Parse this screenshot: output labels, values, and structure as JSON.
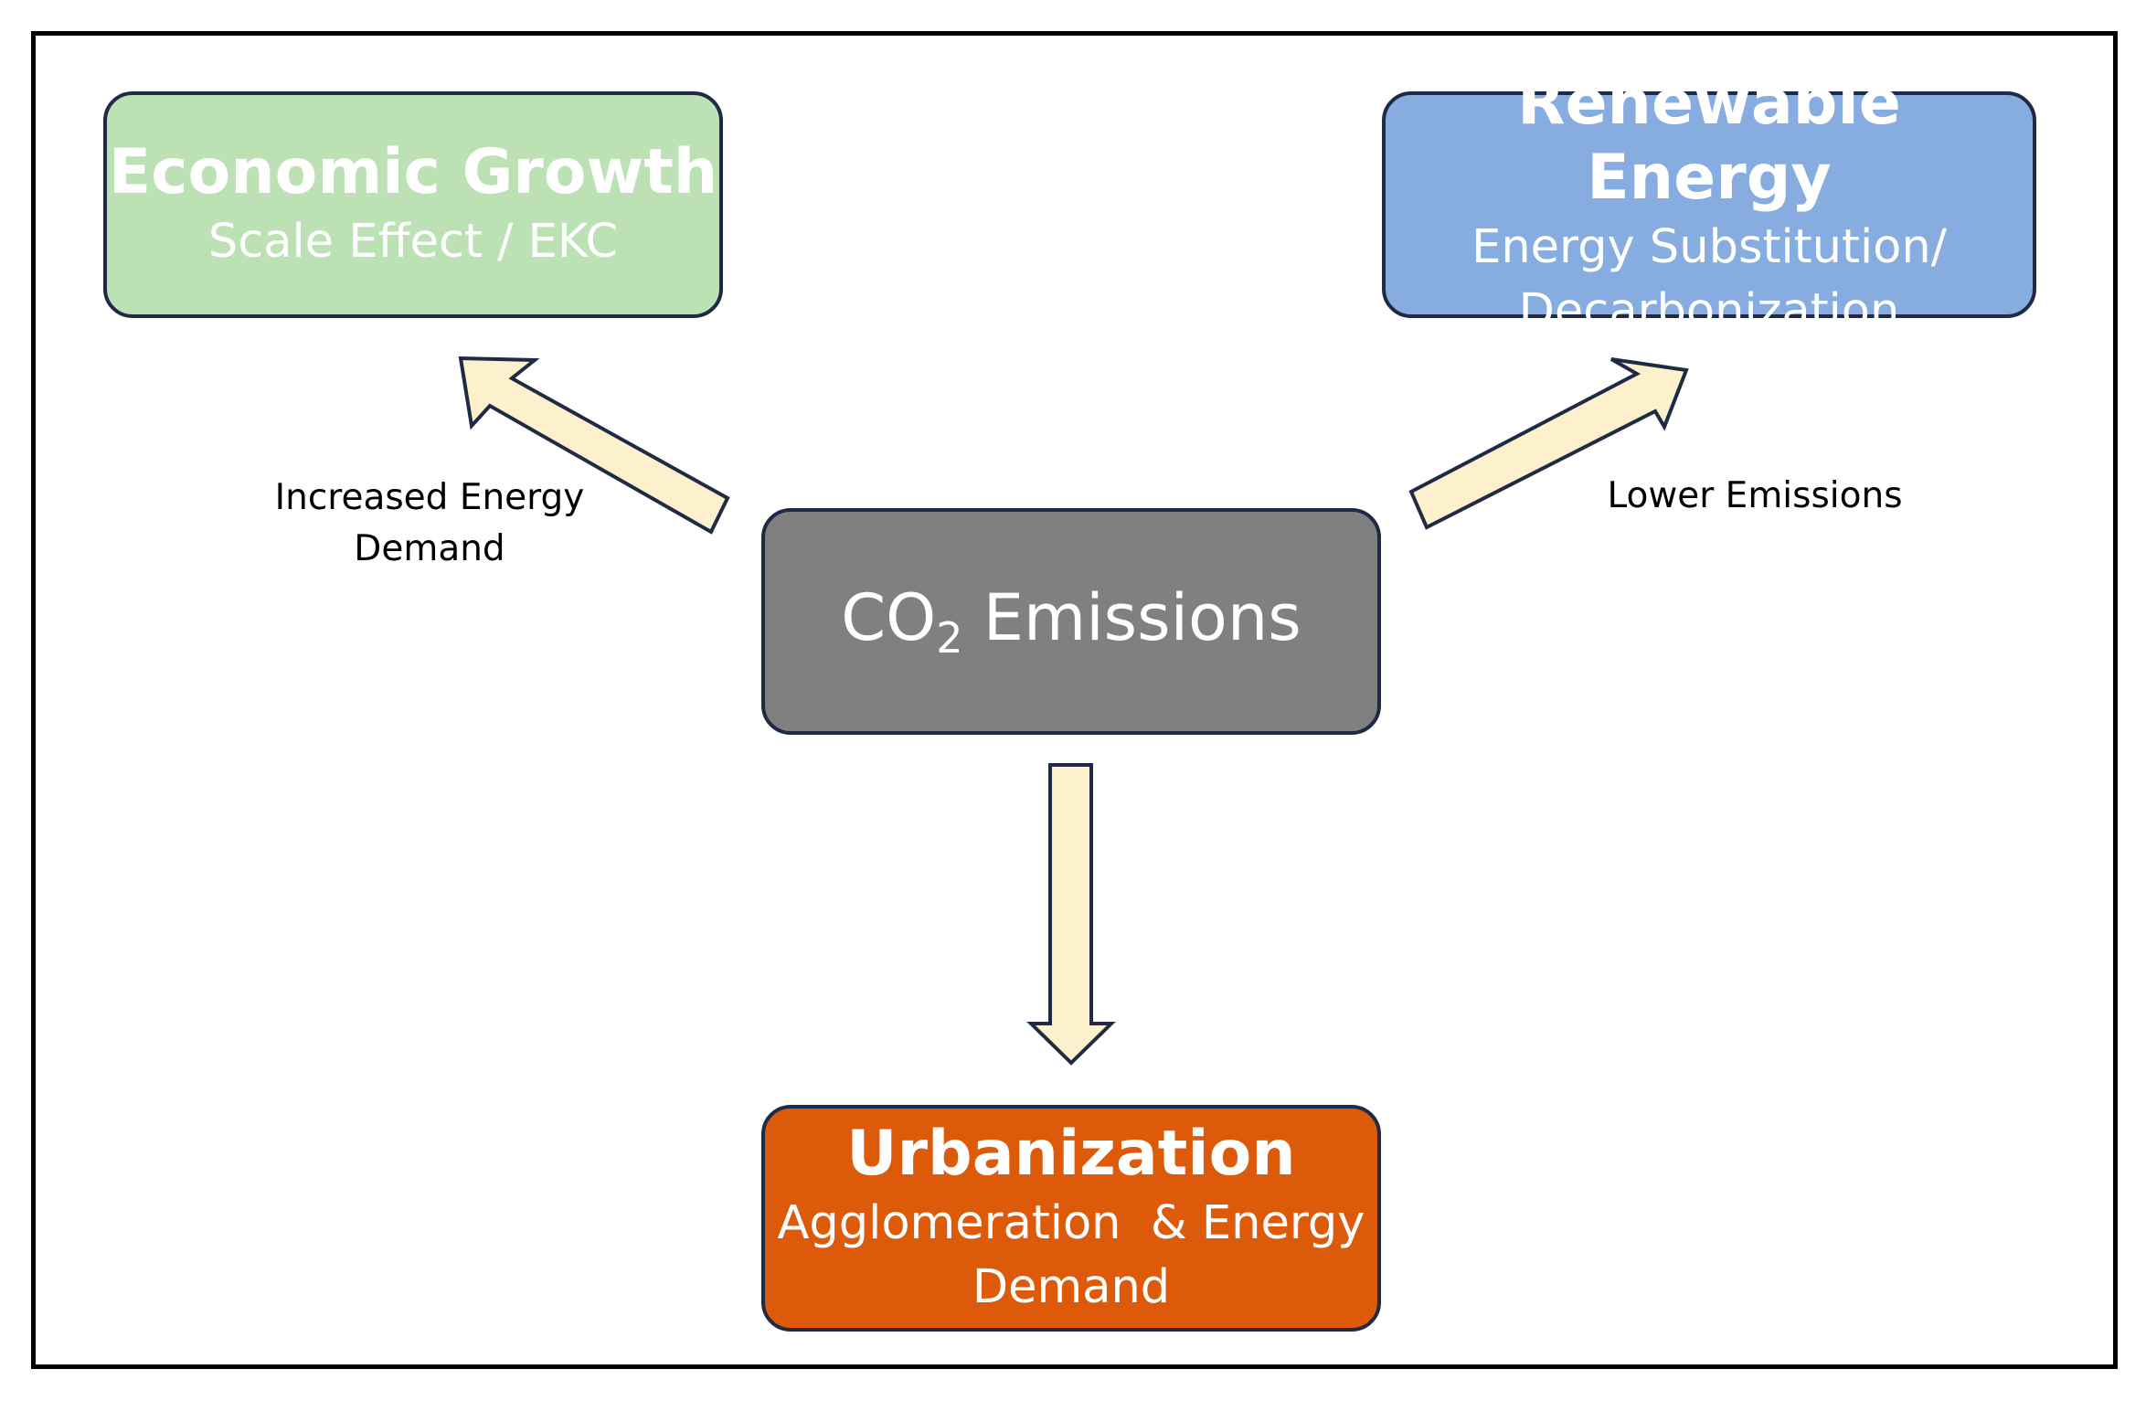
{
  "colors": {
    "economic": "#bbe1b5",
    "renewable": "#86ace0",
    "emissions": "#808080",
    "urbanization": "#dc5a0a",
    "arrow_fill": "#fdf0cc",
    "stroke": "#1f2a44"
  },
  "nodes": {
    "economic": {
      "title": "Economic Growth",
      "subtitle": "Scale Effect / EKC"
    },
    "renewable": {
      "title": "Renewable Energy",
      "subtitle_line1": "Energy Substitution/",
      "subtitle_line2": "Decarbonization"
    },
    "emissions": {
      "title_prefix": "CO",
      "title_sub": "2",
      "title_suffix": " Emissions"
    },
    "urbanization": {
      "title": "Urbanization",
      "subtitle_line1": "Agglomeration  & Energy",
      "subtitle_line2": "Demand"
    }
  },
  "edges": {
    "to_economic": {
      "label_line1": "Increased Energy",
      "label_line2": "Demand"
    },
    "to_renewable": {
      "label": "Lower Emissions"
    }
  }
}
